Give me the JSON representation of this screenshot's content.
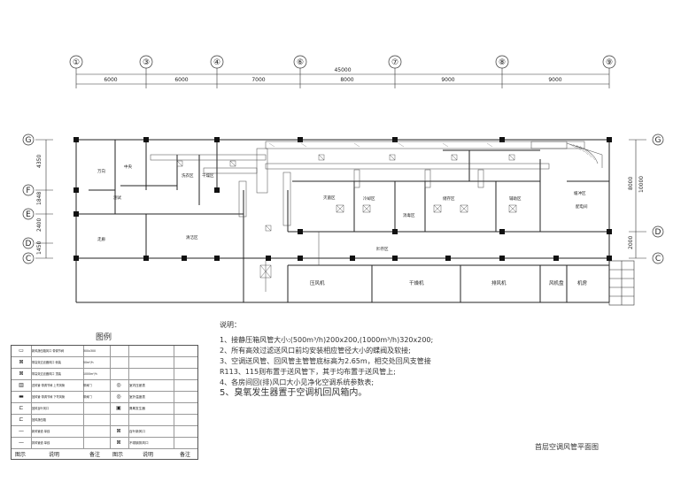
{
  "axes": {
    "columns": [
      "①",
      "③",
      "④",
      "⑥",
      "⑦",
      "⑧",
      "⑨"
    ],
    "rows": [
      "G",
      "F",
      "E",
      "D",
      "C"
    ]
  },
  "dimensions": {
    "total": "45000",
    "spans": [
      "6000",
      "6000",
      "7000",
      "8000",
      "9000",
      "9000"
    ],
    "left": [
      "4350",
      "1848",
      "2400",
      "1450"
    ],
    "right": [
      "8000",
      "10000",
      "2000"
    ]
  },
  "rooms": {
    "r1": "万向",
    "r2": "测试",
    "r3": "中央",
    "r4": "洗衣区",
    "r5": "干燥区",
    "r6": "走廊",
    "r7": "清洁区",
    "r8": "灭菌区",
    "r9": "冷却区",
    "r10": "消毒区",
    "r11": "储存区",
    "r12": "辅助区",
    "r13": "缓冲区",
    "r14": "配电间",
    "r15": "贮存区",
    "r16": "压风机",
    "r17": "干燥机",
    "r18": "排风机",
    "r19": "风机盘",
    "r20": "机房"
  },
  "legend": {
    "title": "图例",
    "rows": [
      {
        "sym": "▭",
        "desc": "新风静压箱风口 带调节阀",
        "note": "300x300",
        "sym2": "",
        "desc2": ""
      },
      {
        "sym": "⊠",
        "desc": "带高效过滤器风口 侧装",
        "note": "50m³/h",
        "sym2": "",
        "desc2": ""
      },
      {
        "sym": "⊠",
        "desc": "带高效过滤器风口 顶装",
        "note": "1000m³/h",
        "sym2": "",
        "desc2": ""
      },
      {
        "sym": "▥",
        "desc": "送风管 带调节阀 上弯风管",
        "note": "带阀门",
        "sym2": "◎",
        "desc2": "室内压差表"
      },
      {
        "sym": "▬",
        "desc": "回风管 带调节阀 下弯风管",
        "note": "带阀门",
        "sym2": "◎",
        "desc2": "室外温度表"
      },
      {
        "sym": "⊏",
        "desc": "回风百叶风口",
        "note": "",
        "sym2": "▣",
        "desc2": "臭氧发生器"
      },
      {
        "sym": "⊏",
        "desc": "回风静压箱",
        "note": "",
        "sym2": "",
        "desc2": ""
      },
      {
        "sym": "—",
        "desc": "新风管道 单线",
        "note": "",
        "sym2": "⊠",
        "desc2": "百叶新风口"
      },
      {
        "sym": "—",
        "desc": "排风管道 单线",
        "note": "",
        "sym2": "⊠",
        "desc2": "不锈钢排风口"
      }
    ],
    "headers": [
      "图示",
      "说明",
      "备注",
      "图示",
      "说明",
      "备注"
    ]
  },
  "notes": {
    "title": "说明：",
    "lines": [
      "1、接静压箱风管大小:(500m³/h)200x200,(1000m³/h)320x200;",
      "2、所有高效过滤送风口前均安装相应管径大小的蝶阀及软接;",
      "3、空调送风管、回风管主管管底标高为2.65m，相交处回风支管接",
      "   R113、115则布置于送风管下，其于均布置于送风管上;",
      "4、各房间回(排)风口大小见净化空调系统参数表;",
      "5、臭氧发生器置于空调机回风箱内。"
    ]
  },
  "plan_title": "首层空调风管平面图"
}
